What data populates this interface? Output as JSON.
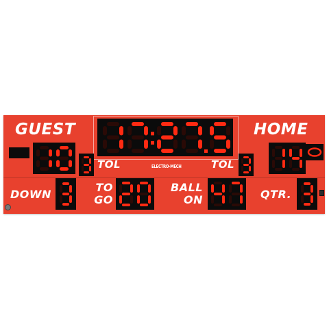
{
  "labels": {
    "guest": "GUEST",
    "home": "HOME",
    "guest_tol": "TOL",
    "home_tol": "TOL",
    "down": "DOWN",
    "to": "TO",
    "go": "GO",
    "ball": "BALL",
    "on": "ON",
    "qtr": "QTR."
  },
  "brand": "ELECTRO-MECH",
  "displays": {
    "guest_score": "10",
    "guest_tol": "3",
    "clock_minutes": "17",
    "clock_seconds": "27",
    "clock_tenths": "5",
    "home_tol": "3",
    "home_score": "14",
    "down": "3",
    "to_go": "20",
    "ball_on": "47",
    "qtr": "3"
  },
  "colors": {
    "board": "#e8412e",
    "segment_on": "#ff2a12",
    "segment_off": "#2a0a06",
    "panel": "#0b0b0b",
    "label": "#ffffff"
  },
  "icons": {
    "guest_possession": "possession-bar-icon",
    "home_possession": "football-icon"
  }
}
